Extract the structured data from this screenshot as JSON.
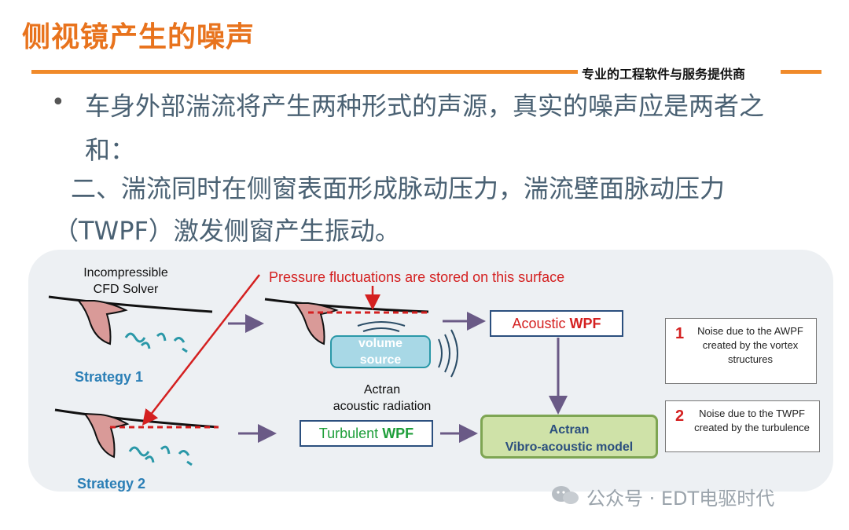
{
  "header": {
    "title": "侧视镜产生的噪声",
    "company": "专业的工程软件与服务提供商"
  },
  "bullets": {
    "line1": "车身外部湍流将产生两种形式的声源，真实的噪声应是两者之和：",
    "line2": "二、湍流同时在侧窗表面形成脉动压力，湍流壁面脉动压力（TWPF）激发侧窗产生振动。"
  },
  "diagram": {
    "solver_label_1": "Incompressible",
    "solver_label_2": "CFD Solver",
    "pressure_label": "Pressure fluctuations are stored on this surface",
    "strategy1": "Strategy 1",
    "strategy2": "Strategy 2",
    "volume_1": "volume",
    "volume_2": "source",
    "actran_rad_1": "Actran",
    "actran_rad_2": "acoustic radiation",
    "acoustic_prefix": "Acoustic ",
    "acoustic_suffix": "WPF",
    "turbulent_prefix": "Turbulent ",
    "turbulent_suffix": "WPF",
    "model_1": "Actran",
    "model_2": "Vibro-acoustic model",
    "note1_num": "1",
    "note1_text": "Noise due to the AWPF created by the vortex structures",
    "note2_num": "2",
    "note2_text": "Noise due to the TWPF created by the turbulence"
  },
  "watermark": "公众号 · EDT电驱时代",
  "colors": {
    "title": "#e8731d",
    "body_text": "#4a6173",
    "strategy": "#2b7fb6",
    "red": "#d42020",
    "arrow": "#6a5a86",
    "green_box": "#cfe2a8"
  }
}
